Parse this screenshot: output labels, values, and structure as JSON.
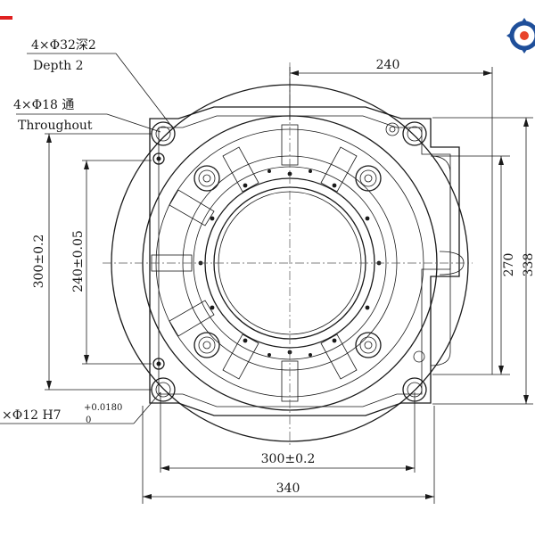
{
  "annotations": {
    "blind_hole": "4×Φ32深2",
    "blind_hole_en": "Depth 2",
    "through_hole": "4×Φ18 通",
    "through_hole_en": "Throughout",
    "pin_hole": "×Φ12 H7",
    "pin_tol_upper": "+0.0180",
    "pin_tol_lower": "0"
  },
  "dimensions": {
    "top_width": "240",
    "left_outer": "300±0.2",
    "left_inner": "240±0.05",
    "right_inner": "270",
    "right_outer": "338",
    "bottom_inner": "300±0.2",
    "bottom_outer": "340"
  },
  "logo": {
    "color": "#1f4f9a",
    "accent": "#e8432b",
    "icon": "gear-logo-icon"
  },
  "colors": {
    "corner_mark": "#e02020",
    "line": "#1a1a1a"
  }
}
